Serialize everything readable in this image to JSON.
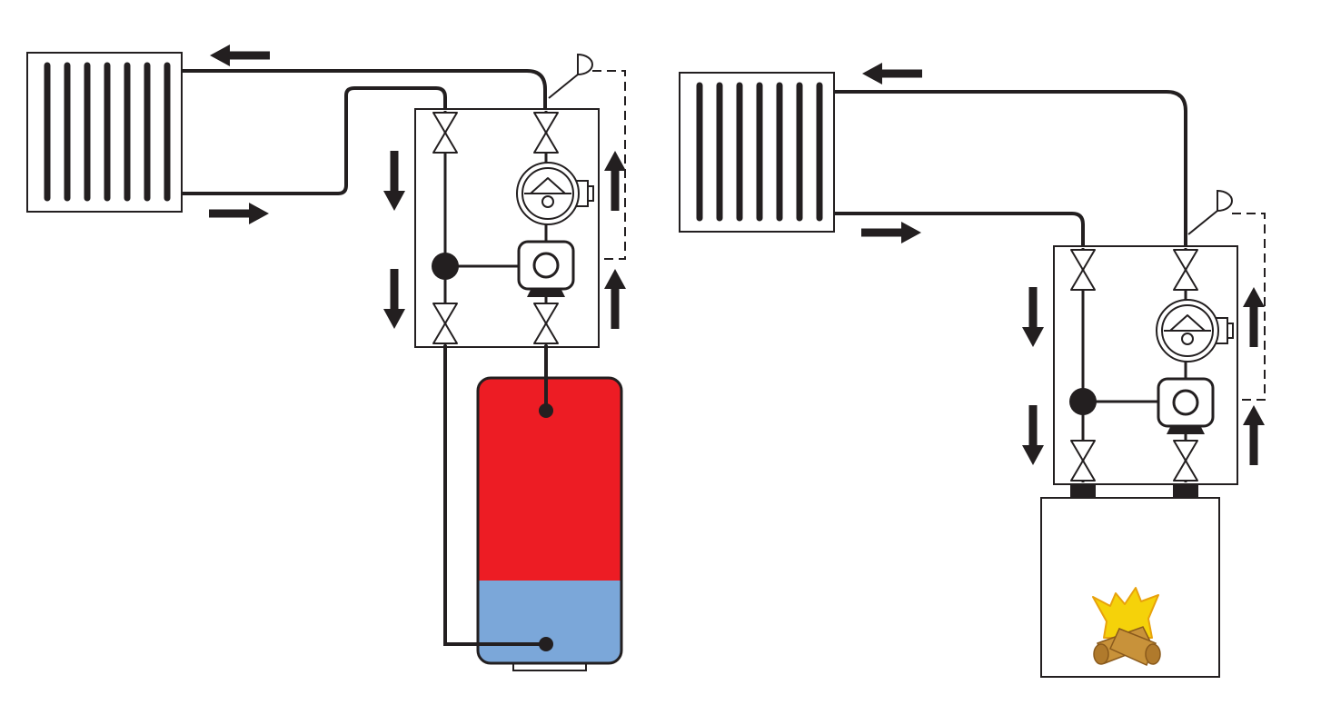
{
  "diagram": {
    "colors": {
      "line": "#231f20",
      "tank_hot": "#ed1c24",
      "tank_cold": "#7ba7d9",
      "flame": "#f5d20a",
      "flame_outline": "#e8a20c",
      "log": "#c8923a",
      "log_outline": "#8a5a1c",
      "background": "#ffffff"
    },
    "left_system": {
      "components": [
        "radiator",
        "pump-group",
        "expansion-vessel",
        "buffer-tank"
      ],
      "tank_hot_fraction": 0.71,
      "tank_cold_fraction": 0.29
    },
    "right_system": {
      "components": [
        "radiator",
        "pump-group",
        "expansion-vessel",
        "wood-boiler"
      ]
    },
    "icons": [
      "radiator-icon",
      "valve-icon",
      "circulation-pump-icon",
      "mixing-valve-icon",
      "expansion-vessel-icon",
      "flow-arrow-icon",
      "fire-icon"
    ]
  }
}
